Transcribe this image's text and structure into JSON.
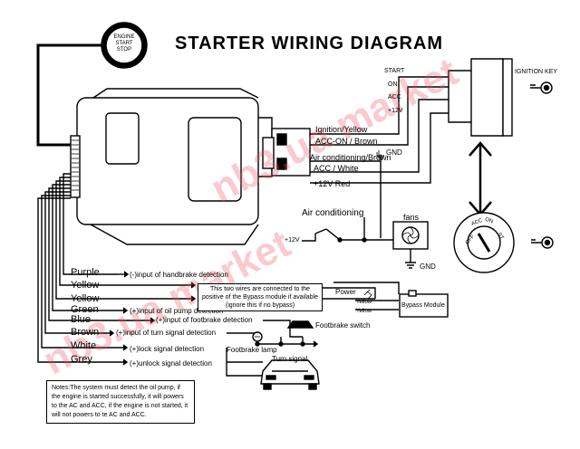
{
  "title": "STARTER WIRING DIAGRAM",
  "start_button": {
    "line1": "ENGINE",
    "line2": "START",
    "line3": "STOP"
  },
  "ignition_switch": {
    "label": "IGNITION KEY",
    "positions": [
      "START",
      "ON",
      "ACC",
      "+12V"
    ],
    "dial_labels": [
      "OFF",
      "ACC",
      "ON",
      "ST"
    ]
  },
  "module_wires": {
    "ignition": "Ignition/Yellow",
    "acc_on": "ACC-ON / Brown",
    "air_con": "Air conditioning/Brown",
    "gnd": "GND",
    "acc": "ACC / White",
    "power": "+12V  Red"
  },
  "ac_circuit": {
    "label": "Air conditioning",
    "supply": "+12V",
    "fans": "fans",
    "gnd": "GND"
  },
  "wires": [
    {
      "color": "Purple",
      "desc": "(-)input of handbrake detection"
    },
    {
      "color": "Yellow",
      "desc": ""
    },
    {
      "color": "Yellow",
      "desc": ""
    },
    {
      "color": "Green",
      "desc": "(+)input of oil pump detection"
    },
    {
      "color": "Blue",
      "desc": "(+)input of footbrake detection"
    },
    {
      "color": "Brown",
      "desc": "(+)input of turn signal detection"
    },
    {
      "color": "White",
      "desc": "(+)lock signal detection"
    },
    {
      "color": "Grey",
      "desc": "(+)unlock signal detection"
    }
  ],
  "bypass_note": "This two wires are connected to the positive of the Bypass module if available (ignore this if no bypass)",
  "bypass": {
    "power": "Power",
    "yellow1": "Yellow",
    "yellow2": "Yellow",
    "module": "Bypass Module"
  },
  "footbrake": {
    "switch": "Footbrake switch",
    "lamp": "Footbrake lamp"
  },
  "turn_signal": "Turn signal",
  "notes": "Notes:The system must detect the oil pump, if the engine is started successfully, it will powers to the AC and ACC, if the engine is not started, it will not powers to te AC and ACC.",
  "watermark": "nb3.ua market",
  "colors": {
    "line": "#000000",
    "watermark": "#f05064"
  },
  "icons": [
    "key-icon",
    "fan-icon",
    "car-icon",
    "lamp-icon",
    "ground-icon",
    "double-arrow-icon"
  ]
}
